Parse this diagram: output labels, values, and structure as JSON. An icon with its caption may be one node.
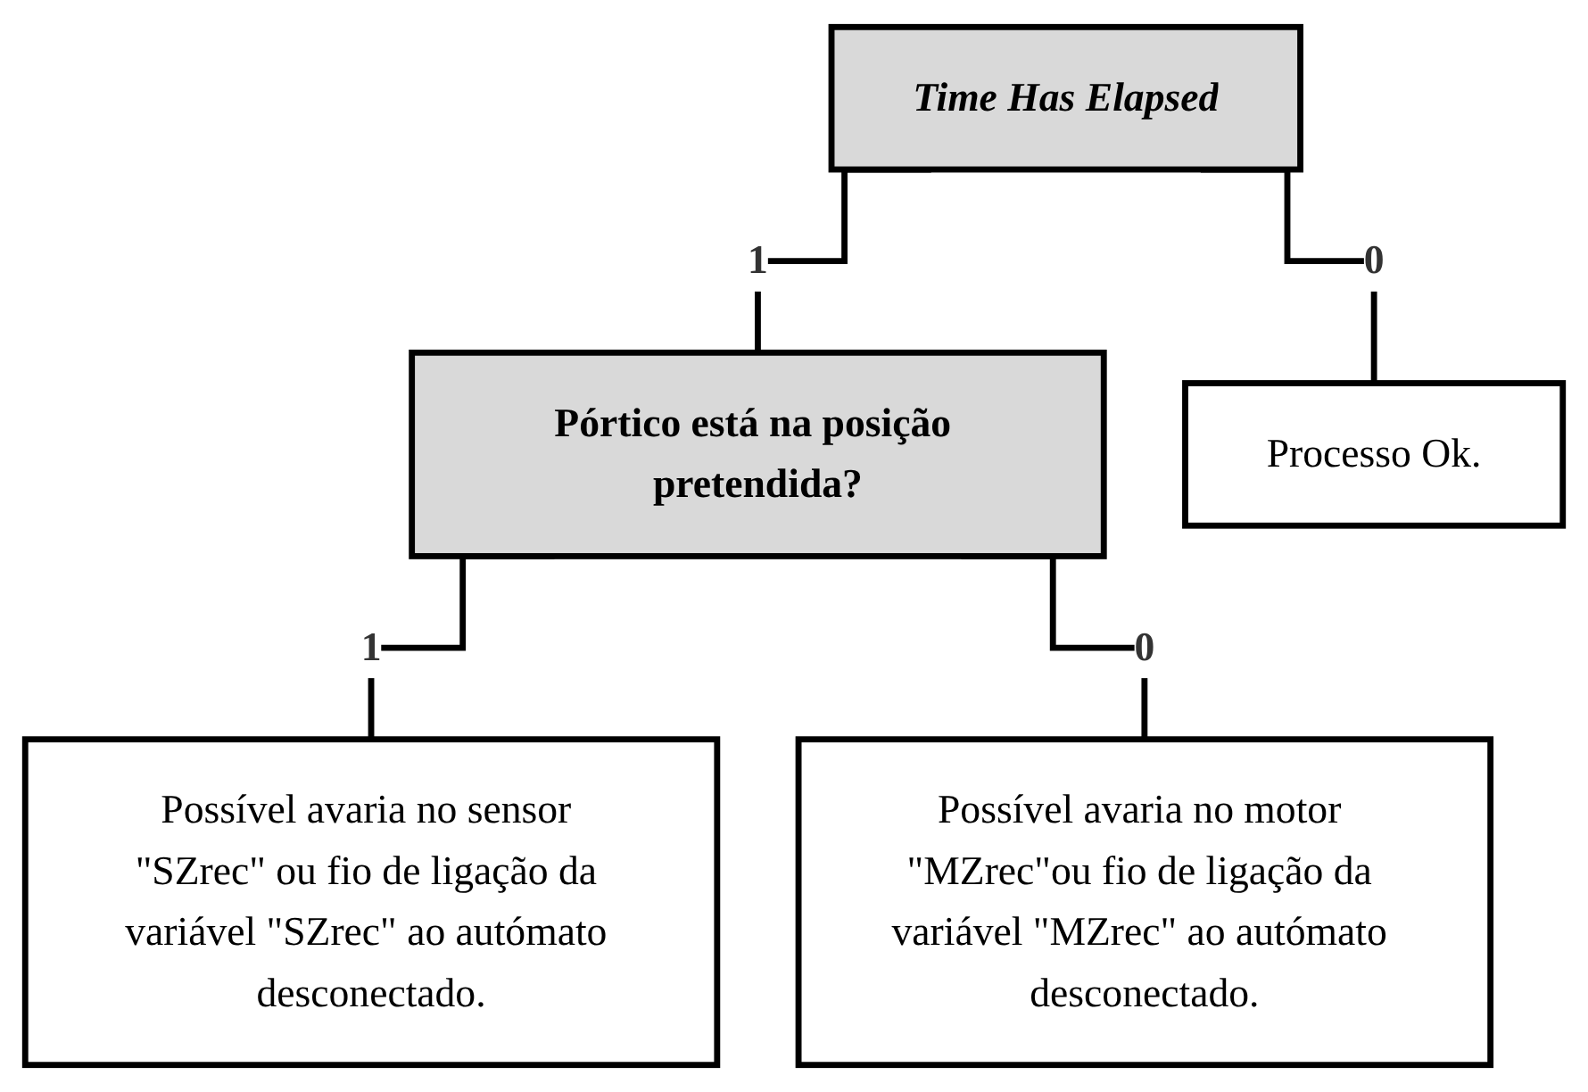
{
  "diagram": {
    "nodes": [
      {
        "text": [
          "Time Has Elapsed"
        ]
      },
      {
        "text": [
          "Pórtico está na posição pretendida?"
        ]
      },
      {
        "text": [
          "Processo Ok."
        ]
      },
      {
        "text": [
          "Possível avaria no sensor \"SZrec\" ou fio de ligação da variável \"SZrec\" ao autómato desconectado."
        ]
      },
      {
        "text": [
          "Possível avaria no motor \"MZrec\"ou fio de ligação da variável \"MZrec\" ao autómato desconectado."
        ]
      }
    ],
    "edges": [
      {
        "from": 0,
        "to": 1,
        "arrow": "none",
        "label": "1"
      },
      {
        "from": 0,
        "to": 2,
        "arrow": "none",
        "label": "0"
      },
      {
        "from": 1,
        "to": 3,
        "arrow": "none",
        "label": "1"
      },
      {
        "from": 1,
        "to": 4,
        "arrow": "none",
        "label": "0"
      }
    ]
  }
}
